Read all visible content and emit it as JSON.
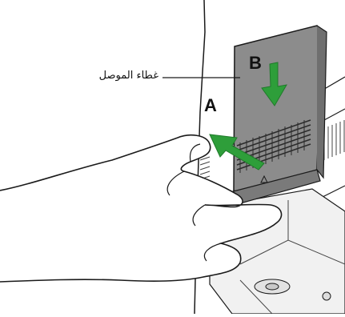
{
  "labels": {
    "connector_cover": "غطاء الموصل",
    "arrow_a": "A",
    "arrow_b": "B"
  },
  "colors": {
    "cover_fill": "#8c8c8c",
    "arrow_fill": "#2e9e3a",
    "line": "#1a1a1a"
  }
}
